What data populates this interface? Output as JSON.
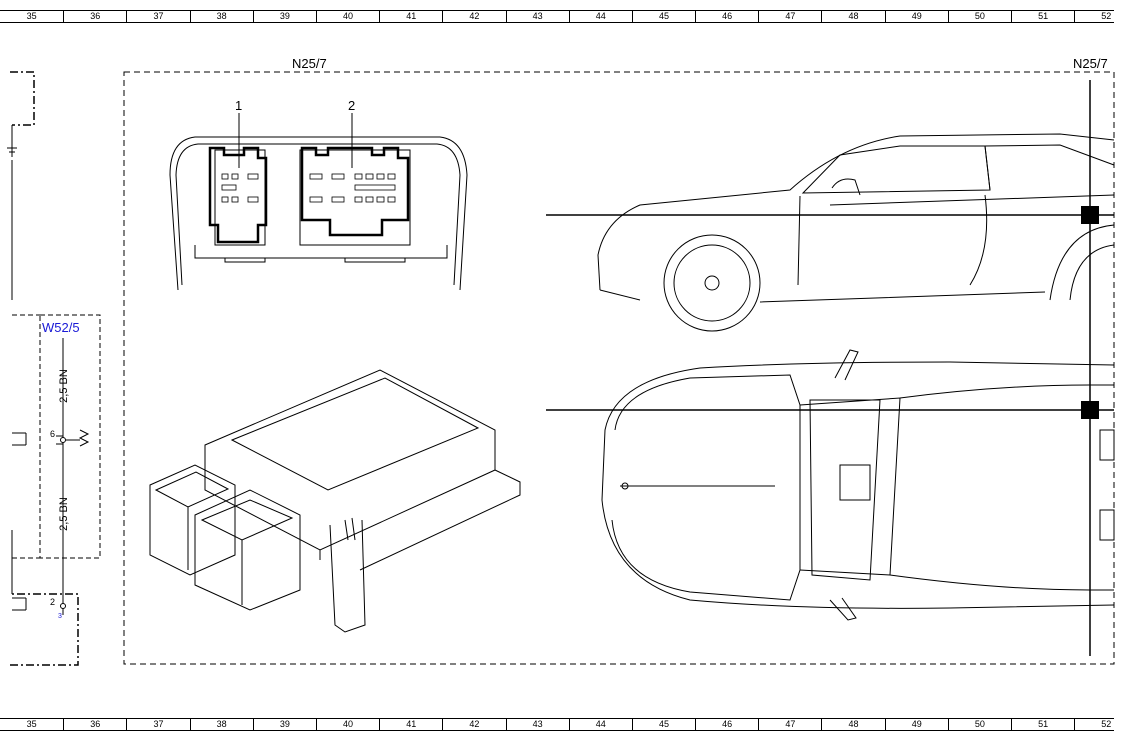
{
  "ruler": {
    "columns": [
      "35",
      "36",
      "37",
      "38",
      "39",
      "40",
      "41",
      "42",
      "43",
      "44",
      "45",
      "46",
      "47",
      "48",
      "49",
      "50",
      "51",
      "52"
    ]
  },
  "component": {
    "id_left": "N25/7",
    "id_right": "N25/7",
    "connector_labels": [
      "1",
      "2"
    ]
  },
  "wiring": {
    "connector_ref": "W52/5",
    "wire_top": "2,5 BN",
    "wire_bottom": "2,5 BN",
    "pin_upper": "6",
    "pin_lower": "2",
    "pin_small": "3"
  }
}
